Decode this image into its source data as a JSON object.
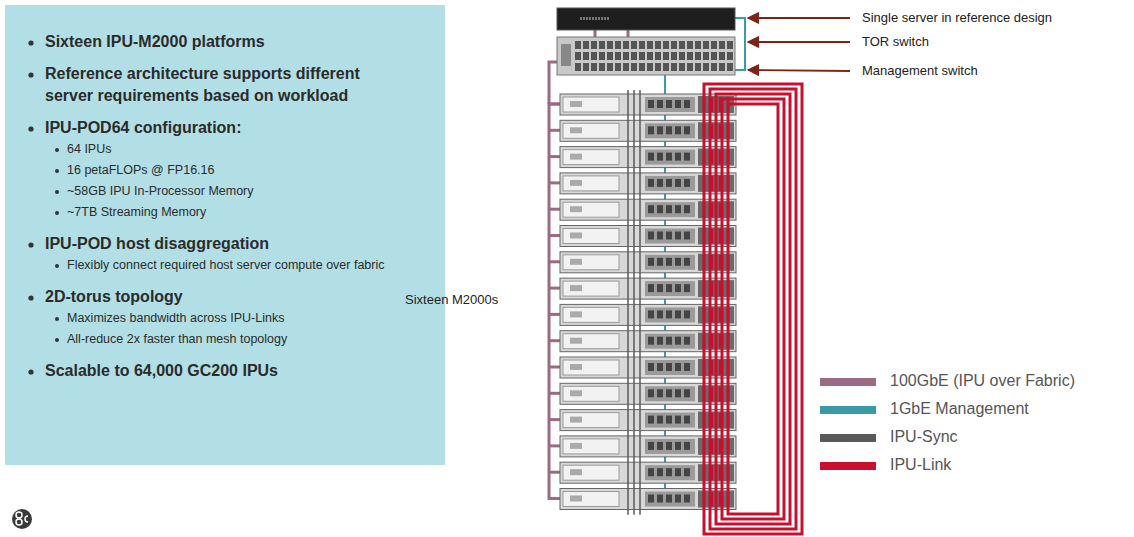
{
  "diagram": {
    "nodes": [
      {
        "text": [
          "Sixteen IPU-M2000 platforms",
          "Reference architecture supports different server requirements based on workload",
          "IPU-POD64 configuration:",
          "64 IPUs",
          "16 petaFLOPs @ FP16.16",
          "~58GB IPU In-Processor Memory",
          "~7TB Streaming Memory",
          "IPU-POD host disaggregation",
          "Flexibly connect required host server compute over fabric",
          "2D-torus topology",
          "Maximizes bandwidth across IPU-Links",
          "All-reduce 2x faster than mesh topology",
          "Scalable to 64,000 GC200 IPUs"
        ]
      }
    ],
    "labels": [
      "Single server in reference design",
      "TOR switch",
      "Management switch",
      "Sixteen M2000s"
    ],
    "legend": [
      {
        "text": "100GbE (IPU over Fabric)",
        "color": "#9b6b84"
      },
      {
        "text": "1GbE Management",
        "color": "#3a9aa5"
      },
      {
        "text": "IPU-Sync",
        "color": "#5a5a5a"
      },
      {
        "text": "IPU-Link",
        "color": "#c8102e"
      }
    ]
  }
}
